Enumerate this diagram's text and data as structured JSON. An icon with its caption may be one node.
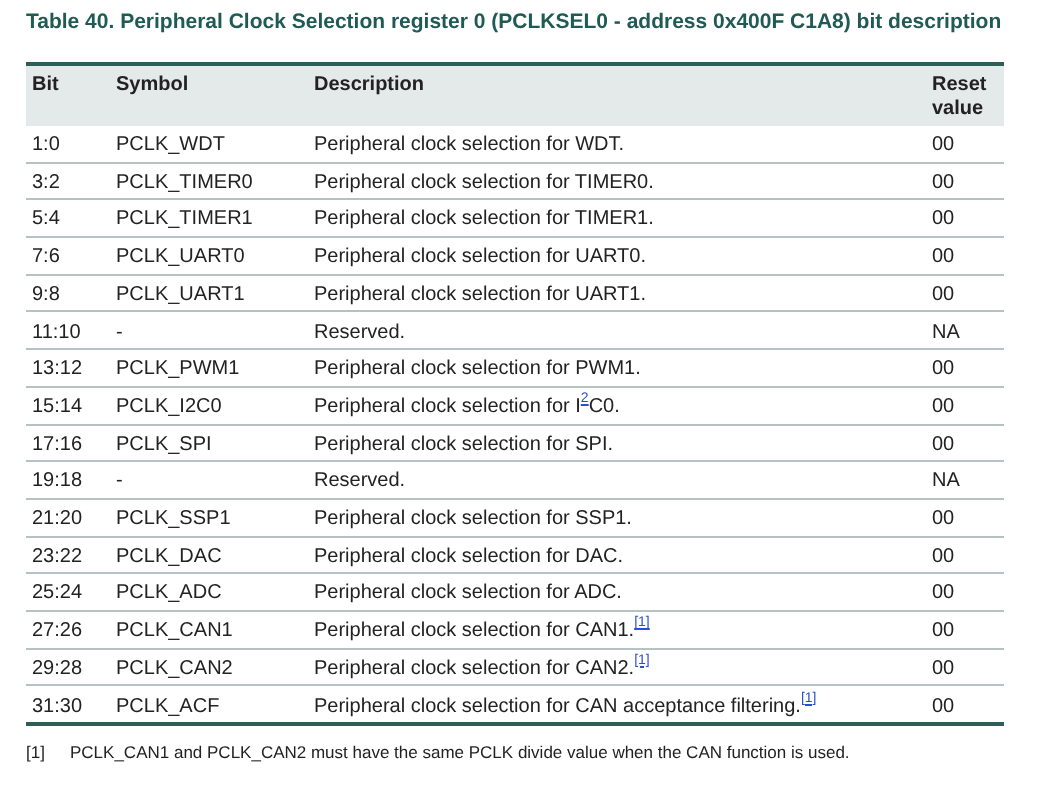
{
  "diagram": {
    "title": "Table 40. Peripheral Clock Selection register 0 (PCLKSEL0 - address 0x400F C1A8) bit description",
    "labels": [
      "Bit",
      "Symbol",
      "Description",
      "Reset value",
      "1:0",
      "PCLK_WDT",
      "Peripheral clock selection for WDT.",
      "00",
      "3:2",
      "PCLK_TIMER0",
      "Peripheral clock selection for TIMER0.",
      "00",
      "5:4",
      "PCLK_TIMER1",
      "Peripheral clock selection for TIMER1.",
      "00",
      "7:6",
      "PCLK_UART0",
      "Peripheral clock selection for UART0.",
      "00",
      "9:8",
      "PCLK_UART1",
      "Peripheral clock selection for UART1.",
      "00",
      "11:10",
      "-",
      "Reserved.",
      "NA",
      "13:12",
      "PCLK_PWM1",
      "Peripheral clock selection for PWM1.",
      "00",
      "15:14",
      "PCLK_I2C0",
      "Peripheral clock selection for I$^{2}$C0.",
      "00",
      "17:16",
      "PCLK_SPI",
      "Peripheral clock selection for SPI.",
      "00",
      "19:18",
      "-",
      "Reserved.",
      "NA",
      "21:20",
      "PCLK_SSP1",
      "Peripheral clock selection for SSP1.",
      "00",
      "23:22",
      "PCLK_DAC",
      "Peripheral clock selection for DAC.",
      "00",
      "25:24",
      "PCLK_ADC",
      "Peripheral clock selection for ADC.",
      "00",
      "27:26",
      "PCLK_CAN1",
      "Peripheral clock selection for CAN1.$^{[1]}$",
      "00",
      "29:28",
      "PCLK_CAN2",
      "Peripheral clock selection for CAN2.$^{[1]}$",
      "00",
      "31:30",
      "PCLK_ACF",
      "Peripheral clock selection for CAN acceptance filtering.$^{[1]}$",
      "00",
      "[1]",
      "PCLK_CAN1 and PCLK_CAN2 must have the same PCLK divide value when the CAN function is used."
    ]
  }
}
